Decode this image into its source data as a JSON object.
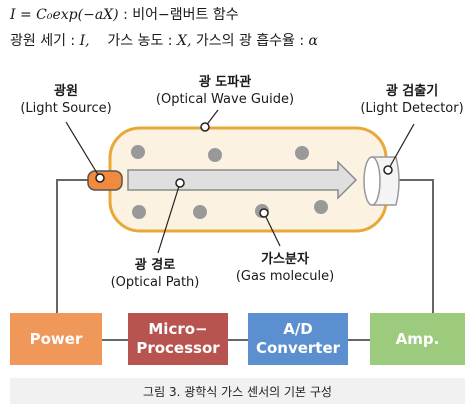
{
  "equation": {
    "formula": "I = C₀exp(−aX)",
    "colon": ":",
    "description": "비어−램버트 함수"
  },
  "legend": {
    "light_intensity_label": "광원 세기 : ",
    "light_intensity_symbol": "I,",
    "gas_concentration_label": "가스 농도 : ",
    "gas_concentration_symbol": "X,",
    "absorption_label": "가스의 광 흡수율 : ",
    "absorption_symbol": "α"
  },
  "labels": {
    "light_source_ko": "광원",
    "light_source_en": "(Light Source)",
    "waveguide_ko": "광 도파관",
    "waveguide_en": "(Optical Wave Guide)",
    "detector_ko": "광 검출기",
    "detector_en": "(Light Detector)",
    "path_ko": "광 경로",
    "path_en": "(Optical Path)",
    "gas_ko": "가스분자",
    "gas_en": "(Gas molecule)"
  },
  "blocks": {
    "power": "Power",
    "microprocessor": "Micro−\nProcessor",
    "converter": "A/D\nConverter",
    "amp": "Amp."
  },
  "caption": "그림 3. 광학식 가스 센서의 기본 구성",
  "colors": {
    "power": "#f0975a",
    "microprocessor": "#b85450",
    "converter": "#5b8fd0",
    "amp": "#9ccb7e",
    "tube_border": "#e8a838",
    "tube_fill": "#fbf2e2",
    "arrow_fill": "#dfdfdf",
    "molecule": "#999999",
    "source": "#f08a3c"
  }
}
